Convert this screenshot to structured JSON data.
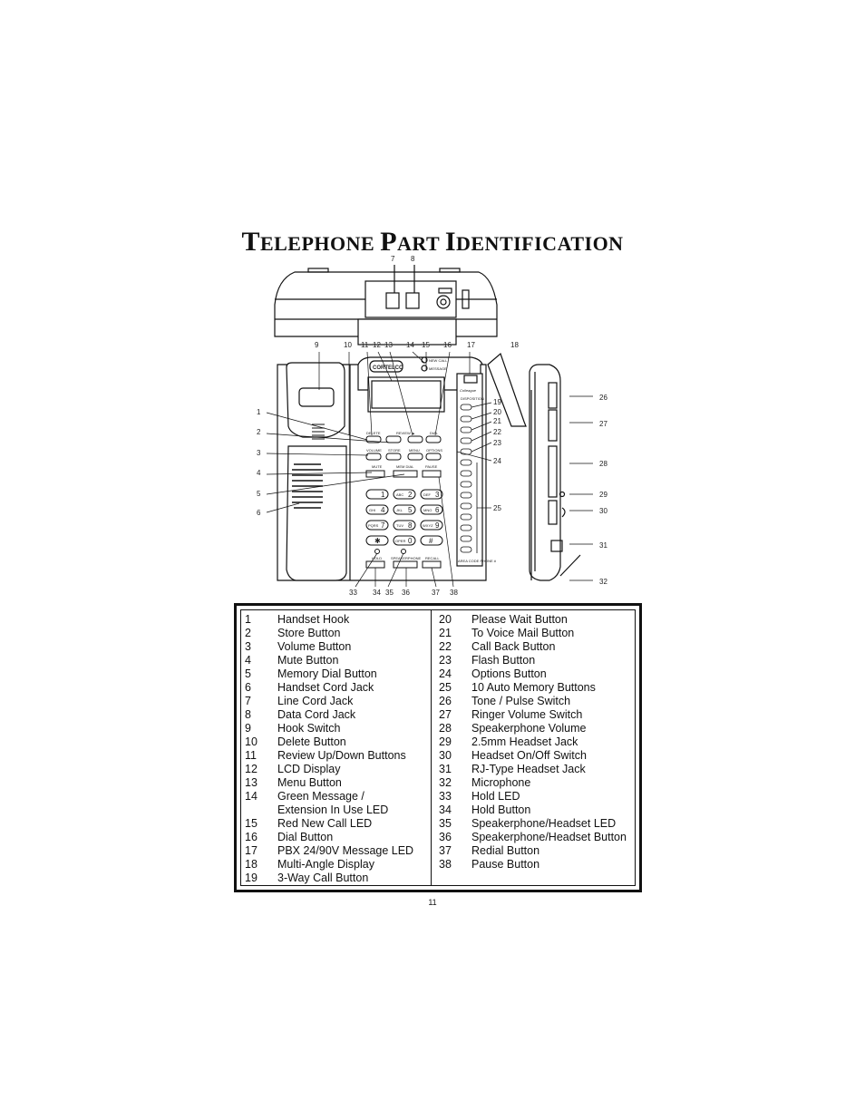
{
  "title": {
    "word1_cap": "T",
    "word1_rest": "ELEPHONE",
    "word2_cap": "P",
    "word2_rest": "ART",
    "word3_cap": "I",
    "word3_rest": "DENTIFICATION"
  },
  "callouts": {
    "top": [
      "7",
      "8"
    ],
    "upper": [
      "9",
      "10",
      "11",
      "12",
      "13",
      "14",
      "15",
      "16",
      "17",
      "18"
    ],
    "left": [
      "1",
      "2",
      "3",
      "4",
      "5",
      "6"
    ],
    "right_middle": [
      "19",
      "20",
      "21",
      "22",
      "23",
      "24",
      "25"
    ],
    "side": [
      "26",
      "27",
      "28",
      "29",
      "30",
      "31",
      "32"
    ],
    "bottom": [
      "33",
      "34",
      "35",
      "36",
      "37",
      "38"
    ]
  },
  "phone_labels": {
    "brand": "CORTELCO",
    "display_brand": "Colleague",
    "disposition": "DISPOSITION",
    "new_call": "NEW CALL",
    "message": "MESSAGE",
    "delete": "DELETE",
    "review": "REVIEW ▲",
    "dial": "DIAL",
    "volume": "VOLUME",
    "store": "STORE",
    "menu": "MENU",
    "options": "OPTIONS",
    "mute": "MUTE",
    "mem_dial": "MEM DIAL",
    "pause": "PAUSE",
    "hold": "HOLD",
    "speakerphone": "SPEAKERPHONE",
    "recall": "RECALL",
    "area_code": "AREA CODE PHONE #",
    "keys": [
      {
        "letters": "",
        "digit": "1"
      },
      {
        "letters": "ABC",
        "digit": "2"
      },
      {
        "letters": "DEF",
        "digit": "3"
      },
      {
        "letters": "GHI",
        "digit": "4"
      },
      {
        "letters": "JKL",
        "digit": "5"
      },
      {
        "letters": "MNO",
        "digit": "6"
      },
      {
        "letters": "PQRS",
        "digit": "7"
      },
      {
        "letters": "TUV",
        "digit": "8"
      },
      {
        "letters": "WXYZ",
        "digit": "9"
      },
      {
        "letters": "",
        "digit": "✱"
      },
      {
        "letters": "OPER",
        "digit": "0"
      },
      {
        "letters": "",
        "digit": "#"
      }
    ]
  },
  "legend": {
    "left": [
      {
        "num": "1",
        "text": "Handset Hook"
      },
      {
        "num": "2",
        "text": "Store Button"
      },
      {
        "num": "3",
        "text": "Volume Button"
      },
      {
        "num": "4",
        "text": "Mute Button"
      },
      {
        "num": "5",
        "text": "Memory Dial Button"
      },
      {
        "num": "6",
        "text": "Handset Cord Jack"
      },
      {
        "num": "7",
        "text": "Line Cord Jack"
      },
      {
        "num": "8",
        "text": "Data Cord Jack"
      },
      {
        "num": "9",
        "text": "Hook  Switch"
      },
      {
        "num": "10",
        "text": "Delete Button"
      },
      {
        "num": "11",
        "text": "Review  Up/Down  Buttons"
      },
      {
        "num": "12",
        "text": "LCD Display"
      },
      {
        "num": "13",
        "text": "Menu Button"
      },
      {
        "num": "14",
        "text": "Green Message /"
      },
      {
        "num": "",
        "text": "Extension In Use LED"
      },
      {
        "num": "15",
        "text": "Red New Call LED"
      },
      {
        "num": "16",
        "text": "Dial Button"
      },
      {
        "num": "17",
        "text": "PBX  24/90V  Message  LED"
      },
      {
        "num": "18",
        "text": "Multi-Angle Display"
      },
      {
        "num": "19",
        "text": "3-Way Call Button"
      }
    ],
    "right": [
      {
        "num": "20",
        "text": "Please Wait Button"
      },
      {
        "num": "21",
        "text": "To Voice Mail Button"
      },
      {
        "num": "22",
        "text": "Call Back Button"
      },
      {
        "num": "23",
        "text": "Flash Button"
      },
      {
        "num": "24",
        "text": "Options Button"
      },
      {
        "num": "25",
        "text": "10 Auto Memory Buttons"
      },
      {
        "num": "26",
        "text": "Tone / Pulse Switch"
      },
      {
        "num": "27",
        "text": "Ringer Volume Switch"
      },
      {
        "num": "28",
        "text": "Speakerphone Volume"
      },
      {
        "num": "29",
        "text": "2.5mm Headset Jack"
      },
      {
        "num": "30",
        "text": "Headset  On/Off  Switch"
      },
      {
        "num": "31",
        "text": "RJ-Type Headset Jack"
      },
      {
        "num": "32",
        "text": "Microphone"
      },
      {
        "num": "33",
        "text": "Hold LED"
      },
      {
        "num": "34",
        "text": "Hold Button"
      },
      {
        "num": "35",
        "text": "Speakerphone/Headset LED"
      },
      {
        "num": "36",
        "text": "Speakerphone/Headset Button"
      },
      {
        "num": "37",
        "text": "Redial Button"
      },
      {
        "num": "38",
        "text": "Pause Button"
      }
    ]
  },
  "page_number": "11"
}
